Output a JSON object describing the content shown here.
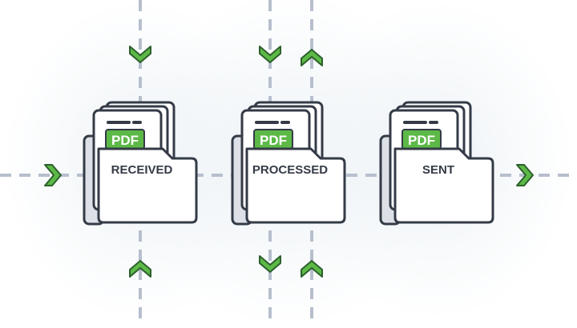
{
  "folders": [
    {
      "id": "received",
      "label": "RECEIVED",
      "badge": "PDF"
    },
    {
      "id": "processed",
      "label": "PROCESSED",
      "badge": "PDF"
    },
    {
      "id": "sent",
      "label": "SENT",
      "badge": "PDF"
    }
  ],
  "colors": {
    "background": "#ffffff",
    "glow": "#eef3f6",
    "line": "#b7bfce",
    "arrow": "#5cb947",
    "arrow_outline": "#2d5f2d",
    "outline": "#343b47",
    "paper": "#ffffff",
    "folder_back": "#dde1e7",
    "badge_text": "#ffffff"
  },
  "icons": {
    "arrow": "chevron-icon",
    "badge": "pdf-badge"
  }
}
